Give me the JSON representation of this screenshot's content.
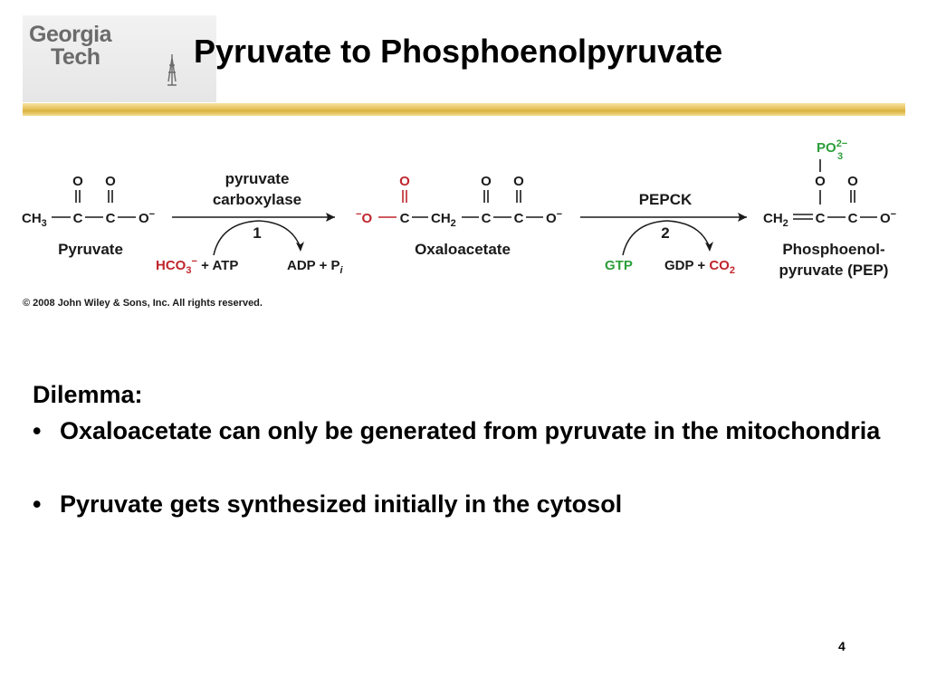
{
  "logo": {
    "line1": "Georgia",
    "line2": "Tech"
  },
  "title": "Pyruvate to Phosphoenolpyruvate",
  "diagram": {
    "pyruvate": {
      "name": "Pyruvate"
    },
    "oxaloacetate": {
      "name": "Oxaloacetate"
    },
    "pep": {
      "name_line1": "Phosphoenol-",
      "name_line2": "pyruvate (PEP)"
    },
    "reaction1": {
      "enzyme_line1": "pyruvate",
      "enzyme_line2": "carboxylase",
      "step": "1",
      "in_red": "HCO",
      "in_red_sub": "3",
      "in_red_sup": "−",
      "in_rest": " + ATP",
      "out": "ADP + P",
      "out_italic": "i"
    },
    "reaction2": {
      "enzyme": "PEPCK",
      "step": "2",
      "in_green": "GTP",
      "out_black": "GDP + ",
      "out_red": "CO",
      "out_red_sub": "2"
    },
    "copyright": "© 2008 John Wiley & Sons, Inc. All rights reserved.",
    "colors": {
      "red": "#c0262d",
      "green": "#2d9e3a"
    }
  },
  "body": {
    "heading": "Dilemma:",
    "bullets": [
      "Oxaloacetate can only be generated from pyruvate in the mitochondria",
      "Pyruvate gets synthesized initially in the cytosol"
    ],
    "bullet_char": "•"
  },
  "page_number": "4"
}
